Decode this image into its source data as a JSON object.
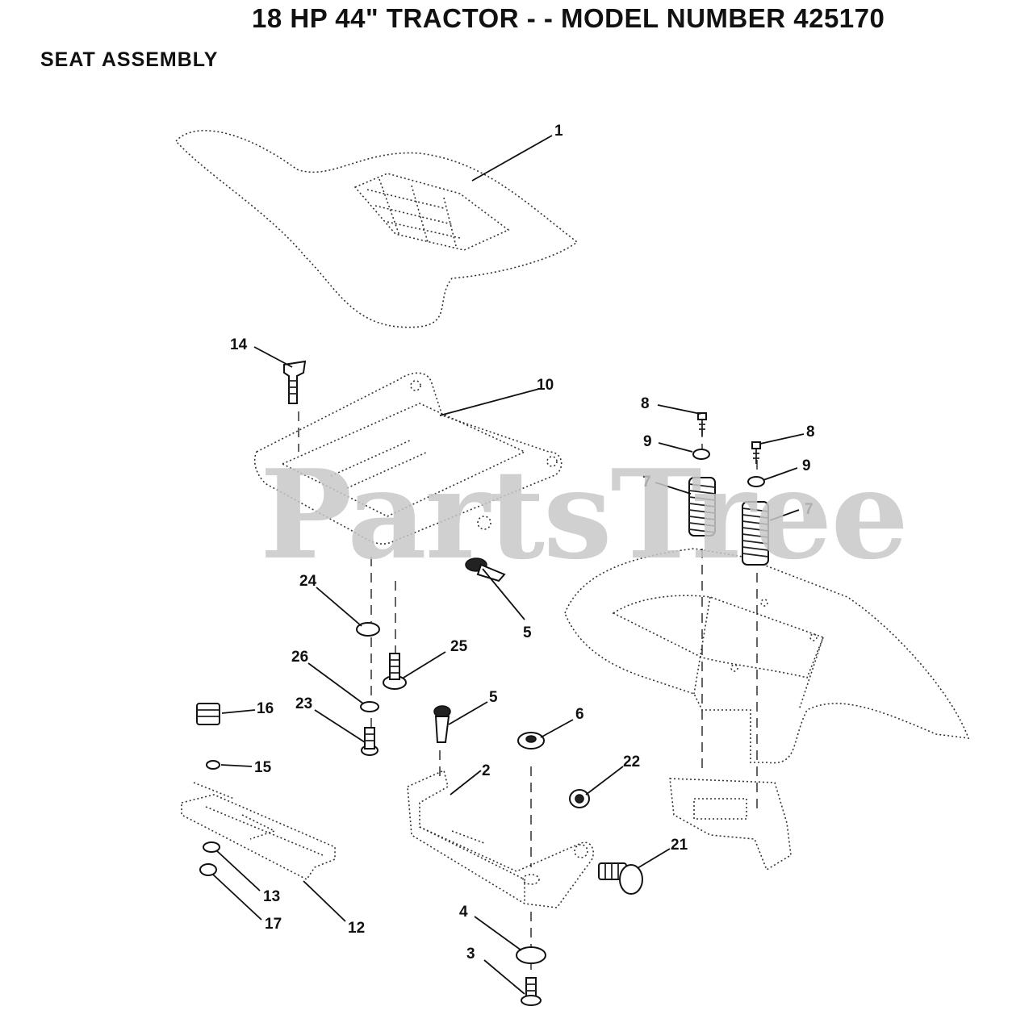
{
  "header": {
    "title": "18 HP 44\" TRACTOR - - MODEL NUMBER 425170",
    "section": "SEAT ASSEMBLY"
  },
  "watermark": "PartsTree",
  "callouts": {
    "c1": "1",
    "c2": "2",
    "c3": "3",
    "c4": "4",
    "c5a": "5",
    "c5b": "5",
    "c6": "6",
    "c7a": "7",
    "c7b": "7",
    "c8a": "8",
    "c8b": "8",
    "c9a": "9",
    "c9b": "9",
    "c10": "10",
    "c12": "12",
    "c13": "13",
    "c14": "14",
    "c15": "15",
    "c16": "16",
    "c17": "17",
    "c21": "21",
    "c22": "22",
    "c23": "23",
    "c24": "24",
    "c25": "25",
    "c26": "26"
  }
}
